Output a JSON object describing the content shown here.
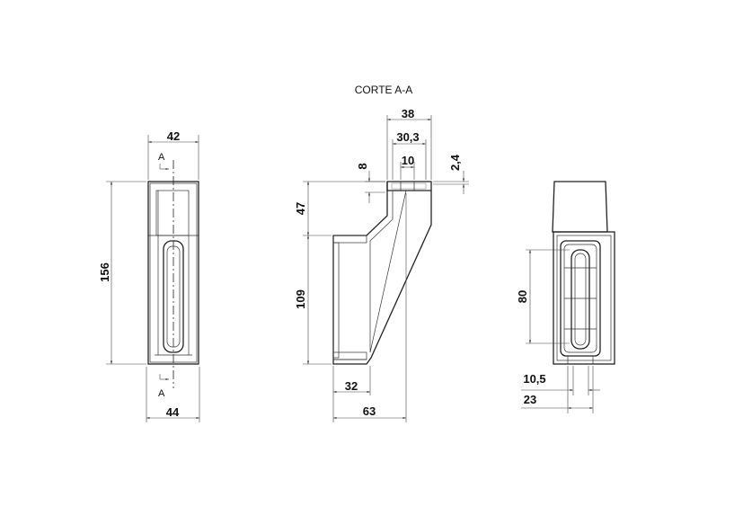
{
  "title": "CORTE A-A",
  "section_marks": {
    "top": "A",
    "bottom": "A"
  },
  "front_view": {
    "width_top": "42",
    "width_bottom": "44",
    "height": "156"
  },
  "section_view": {
    "top_width": "38",
    "inner_width": "30,3",
    "slot_width": "10",
    "depth_small": "8",
    "wall": "2,4",
    "upper_height": "47",
    "lower_height": "109",
    "base_inner": "32",
    "base_total": "63"
  },
  "side_view": {
    "slot_height": "80",
    "slot_width": "10,5",
    "total_width": "23"
  }
}
